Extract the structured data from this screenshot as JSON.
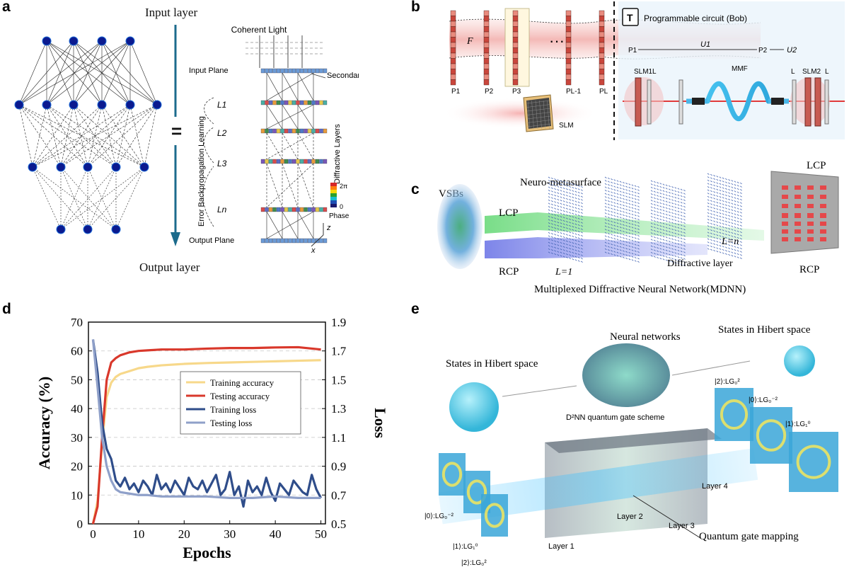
{
  "panel_labels": [
    "a",
    "b",
    "c",
    "d",
    "e"
  ],
  "panel_a": {
    "input_layer": "Input layer",
    "output_layer": "Output layer",
    "equals": "=",
    "coherent_light": "Coherent Light",
    "input_plane": "Input Plane",
    "output_plane": "Output Plane",
    "secondary_waves": "Secondary Waves",
    "diffractive_layers": "Diffractive Layers",
    "backprop": "Error Backpropagation Learning",
    "layer_names": [
      "L1",
      "L2",
      "L3",
      "Ln"
    ],
    "phase_label": "Phase",
    "phase_max": "2π",
    "phase_min": "0",
    "axis_z": "z",
    "axis_x": "x"
  },
  "panel_b": {
    "circuit_title": "Programmable circuit (Bob)",
    "p1": "P1",
    "u1": "U1",
    "p2": "P2",
    "u2": "U2",
    "slm1": "SLM1",
    "slm2": "SLM2",
    "l": "L",
    "mmf": "MMF",
    "f": "F",
    "planes": [
      "P1",
      "P2",
      "P3",
      "PL-1",
      "PL"
    ],
    "dots": "···",
    "slm": "SLM"
  },
  "panel_c": {
    "vsbs": "VSBs",
    "neuro": "Neuro-metasurface",
    "lcp": "LCP",
    "rcp": "RCP",
    "l1": "L=1",
    "ln": "L=n",
    "diffractive_layer": "Diffractive layer",
    "lcp_right": "LCP",
    "rcp_right": "RCP",
    "caption": "Multiplexed Diffractive Neural Network(MDNN)"
  },
  "panel_e": {
    "states_left": "States in Hibert space",
    "neural": "Neural networks",
    "states_right": "States in Hibert space",
    "scheme": "D²NN quantum gate scheme",
    "in_states": [
      "|0⟩:LG₀⁻²",
      "|1⟩:LG₁⁰",
      "|2⟩:LG₀²"
    ],
    "out_states": [
      "|2⟩:LG₀²",
      "|0⟩:LG₀⁻²",
      "|1⟩:LG₁⁰"
    ],
    "layers": [
      "Layer 1",
      "Layer 2",
      "Layer 3",
      "Layer 4"
    ],
    "mapping": "Quantum gate mapping"
  },
  "chart_data": {
    "type": "line",
    "xlabel": "Epochs",
    "ylabel": "Accuracy (%)",
    "y2label": "Loss",
    "xlim": [
      -1,
      51
    ],
    "ylim": [
      0,
      70
    ],
    "y2lim": [
      0.5,
      1.9
    ],
    "xticks": [
      0,
      10,
      20,
      30,
      40,
      50
    ],
    "yticks": [
      0,
      10,
      20,
      30,
      40,
      50,
      60,
      70
    ],
    "y2ticks": [
      0.5,
      0.7,
      0.9,
      1.1,
      1.3,
      1.5,
      1.7,
      1.9
    ],
    "grid": "horizontal-dashed",
    "legend_position": "center-right",
    "series": [
      {
        "name": "Training accuracy",
        "axis": "left",
        "color": "#f7d88a",
        "x": [
          0,
          1,
          2,
          3,
          4,
          5,
          6,
          8,
          10,
          12,
          15,
          20,
          25,
          30,
          35,
          40,
          45,
          50
        ],
        "y": [
          0,
          8,
          28,
          44,
          49,
          51,
          52,
          53,
          54,
          54.5,
          55,
          55.5,
          55.8,
          56,
          56.2,
          56.4,
          56.6,
          56.8
        ]
      },
      {
        "name": "Testing accuracy",
        "axis": "left",
        "color": "#d9382b",
        "x": [
          0,
          1,
          2,
          3,
          4,
          5,
          6,
          8,
          10,
          12,
          15,
          20,
          25,
          30,
          35,
          40,
          45,
          50
        ],
        "y": [
          0,
          6,
          30,
          50,
          56,
          57.5,
          58.5,
          59.5,
          60,
          60.2,
          60.5,
          60.5,
          60.8,
          61,
          61,
          61.2,
          61.3,
          60.5
        ]
      },
      {
        "name": "Training loss",
        "axis": "right",
        "color": "#2f4d8a",
        "x": [
          0,
          1,
          2,
          3,
          4,
          5,
          6,
          7,
          8,
          9,
          10,
          11,
          12,
          13,
          14,
          15,
          16,
          17,
          18,
          19,
          20,
          21,
          22,
          23,
          24,
          25,
          26,
          27,
          28,
          29,
          30,
          31,
          32,
          33,
          34,
          35,
          36,
          37,
          38,
          39,
          40,
          41,
          42,
          43,
          44,
          45,
          46,
          47,
          48,
          49,
          50
        ],
        "y": [
          1.78,
          1.55,
          1.2,
          1.02,
          0.95,
          0.8,
          0.76,
          0.82,
          0.74,
          0.78,
          0.72,
          0.8,
          0.76,
          0.7,
          0.84,
          0.74,
          0.78,
          0.72,
          0.8,
          0.75,
          0.7,
          0.82,
          0.76,
          0.74,
          0.8,
          0.72,
          0.78,
          0.84,
          0.7,
          0.74,
          0.86,
          0.7,
          0.76,
          0.62,
          0.8,
          0.72,
          0.76,
          0.7,
          0.82,
          0.72,
          0.66,
          0.78,
          0.74,
          0.7,
          0.8,
          0.76,
          0.72,
          0.7,
          0.84,
          0.74,
          0.68
        ]
      },
      {
        "name": "Testing loss",
        "axis": "right",
        "color": "#8fa0c9",
        "x": [
          0,
          1,
          2,
          3,
          4,
          5,
          6,
          8,
          10,
          12,
          15,
          20,
          25,
          30,
          35,
          40,
          45,
          50
        ],
        "y": [
          1.78,
          1.45,
          1.1,
          0.9,
          0.8,
          0.74,
          0.72,
          0.71,
          0.7,
          0.7,
          0.69,
          0.69,
          0.69,
          0.68,
          0.68,
          0.69,
          0.68,
          0.68
        ]
      }
    ]
  }
}
